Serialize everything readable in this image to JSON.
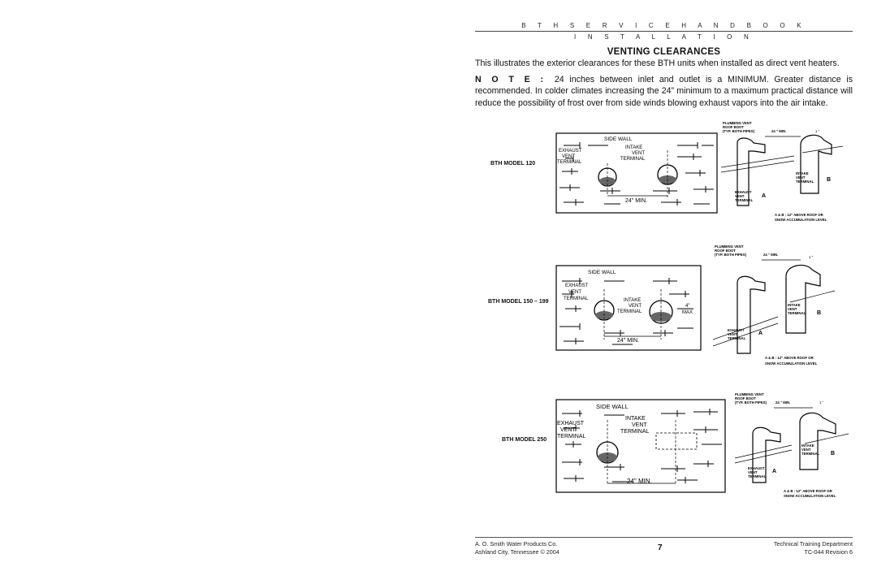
{
  "header": {
    "handbook_title": "B T H   S E R V I C E   H A N D B O O K",
    "section": "I N S T A L L A T I O N"
  },
  "content": {
    "title": "VENTING CLEARANCES",
    "intro": "This illustrates the exterior clearances for these BTH units when installed as direct vent heaters.",
    "note_label": "N O T E :",
    "note_text": "24 inches between inlet and outlet is a MINIMUM. Greater distance is recommended. In colder climates increasing the 24” minimum to a maximum practical distance will reduce the possibility of frost over from side winds blowing exhaust vapors into the air intake."
  },
  "figures": [
    {
      "model_label": "BTH MODEL 120",
      "wall": {
        "side_wall": "SIDE WALL",
        "exhaust": [
          "EXHAUST",
          "VENT",
          "TERMINAL"
        ],
        "intake": [
          "INTAKE",
          "VENT",
          "TERMINAL"
        ],
        "min": "24\" MIN."
      },
      "roof": {
        "boot": [
          "PLUMBING VENT",
          "ROOF BOOT",
          "(TYP. BOTH PIPES)"
        ],
        "min": "24 \" MIN.",
        "one_in": "1 \"",
        "intake": [
          "INTAKE",
          "VENT",
          "TERMINAL"
        ],
        "exhaust": [
          "EXHAUST",
          "VENT",
          "TERMINAL"
        ],
        "a": "A",
        "b": "B",
        "note": [
          "A & B : 12\" ABOVE ROOF OR",
          "SNOW ACCUMULATION LEVEL"
        ]
      }
    },
    {
      "model_label": "BTH MODEL 150 – 199",
      "wall": {
        "side_wall": "SIDE WALL",
        "exhaust": [
          "EXHAUST",
          "VENT",
          "TERMINAL"
        ],
        "intake": [
          "INTAKE",
          "VENT",
          "TERMINAL"
        ],
        "min": "24\" MIN.",
        "max": [
          "4\"",
          "MAX"
        ]
      },
      "roof": {
        "boot": [
          "PLUMBING VENT",
          "ROOF BOOT",
          "(TYP. BOTH PIPES)"
        ],
        "min": "24 \" MIN.",
        "one_in": "1 \"",
        "intake": [
          "INTAKE",
          "VENT",
          "TERMINAL"
        ],
        "exhaust": [
          "EXHAUST",
          "VENT",
          "TERMINAL"
        ],
        "a": "A",
        "b": "B",
        "note": [
          "A & B : 12\" ABOVE ROOF OR",
          "SNOW ACCUMULATION LEVEL"
        ]
      }
    },
    {
      "model_label": "BTH MODEL 250",
      "wall": {
        "side_wall": "SIDE WALL",
        "exhaust": [
          "EXHAUST",
          "VENT",
          "TERMINAL"
        ],
        "intake": [
          "INTAKE",
          "VENT",
          "TERMINAL"
        ],
        "min": "24\" MIN."
      },
      "roof": {
        "boot": [
          "PLUMBING VENT",
          "ROOF BOOT",
          "(TYP. BOTH PIPES)"
        ],
        "min": "24 \" MIN.",
        "one_in": "1 \"",
        "intake": [
          "INTAKE",
          "VENT",
          "TERMINAL"
        ],
        "exhaust": [
          "EXHAUST",
          "VENT",
          "TERMINAL"
        ],
        "a": "A",
        "b": "B",
        "note": [
          "A & B : 12\" ABOVE ROOF OR",
          "SNOW ACCUMULATION LEVEL"
        ]
      }
    }
  ],
  "footer": {
    "company": "A. O. Smith Water Products Co.",
    "location": "Ashland City, Tennessee © 2004",
    "page_number": "7",
    "department": "Technical Training Department",
    "revision": "TC-044 Revision 6"
  }
}
